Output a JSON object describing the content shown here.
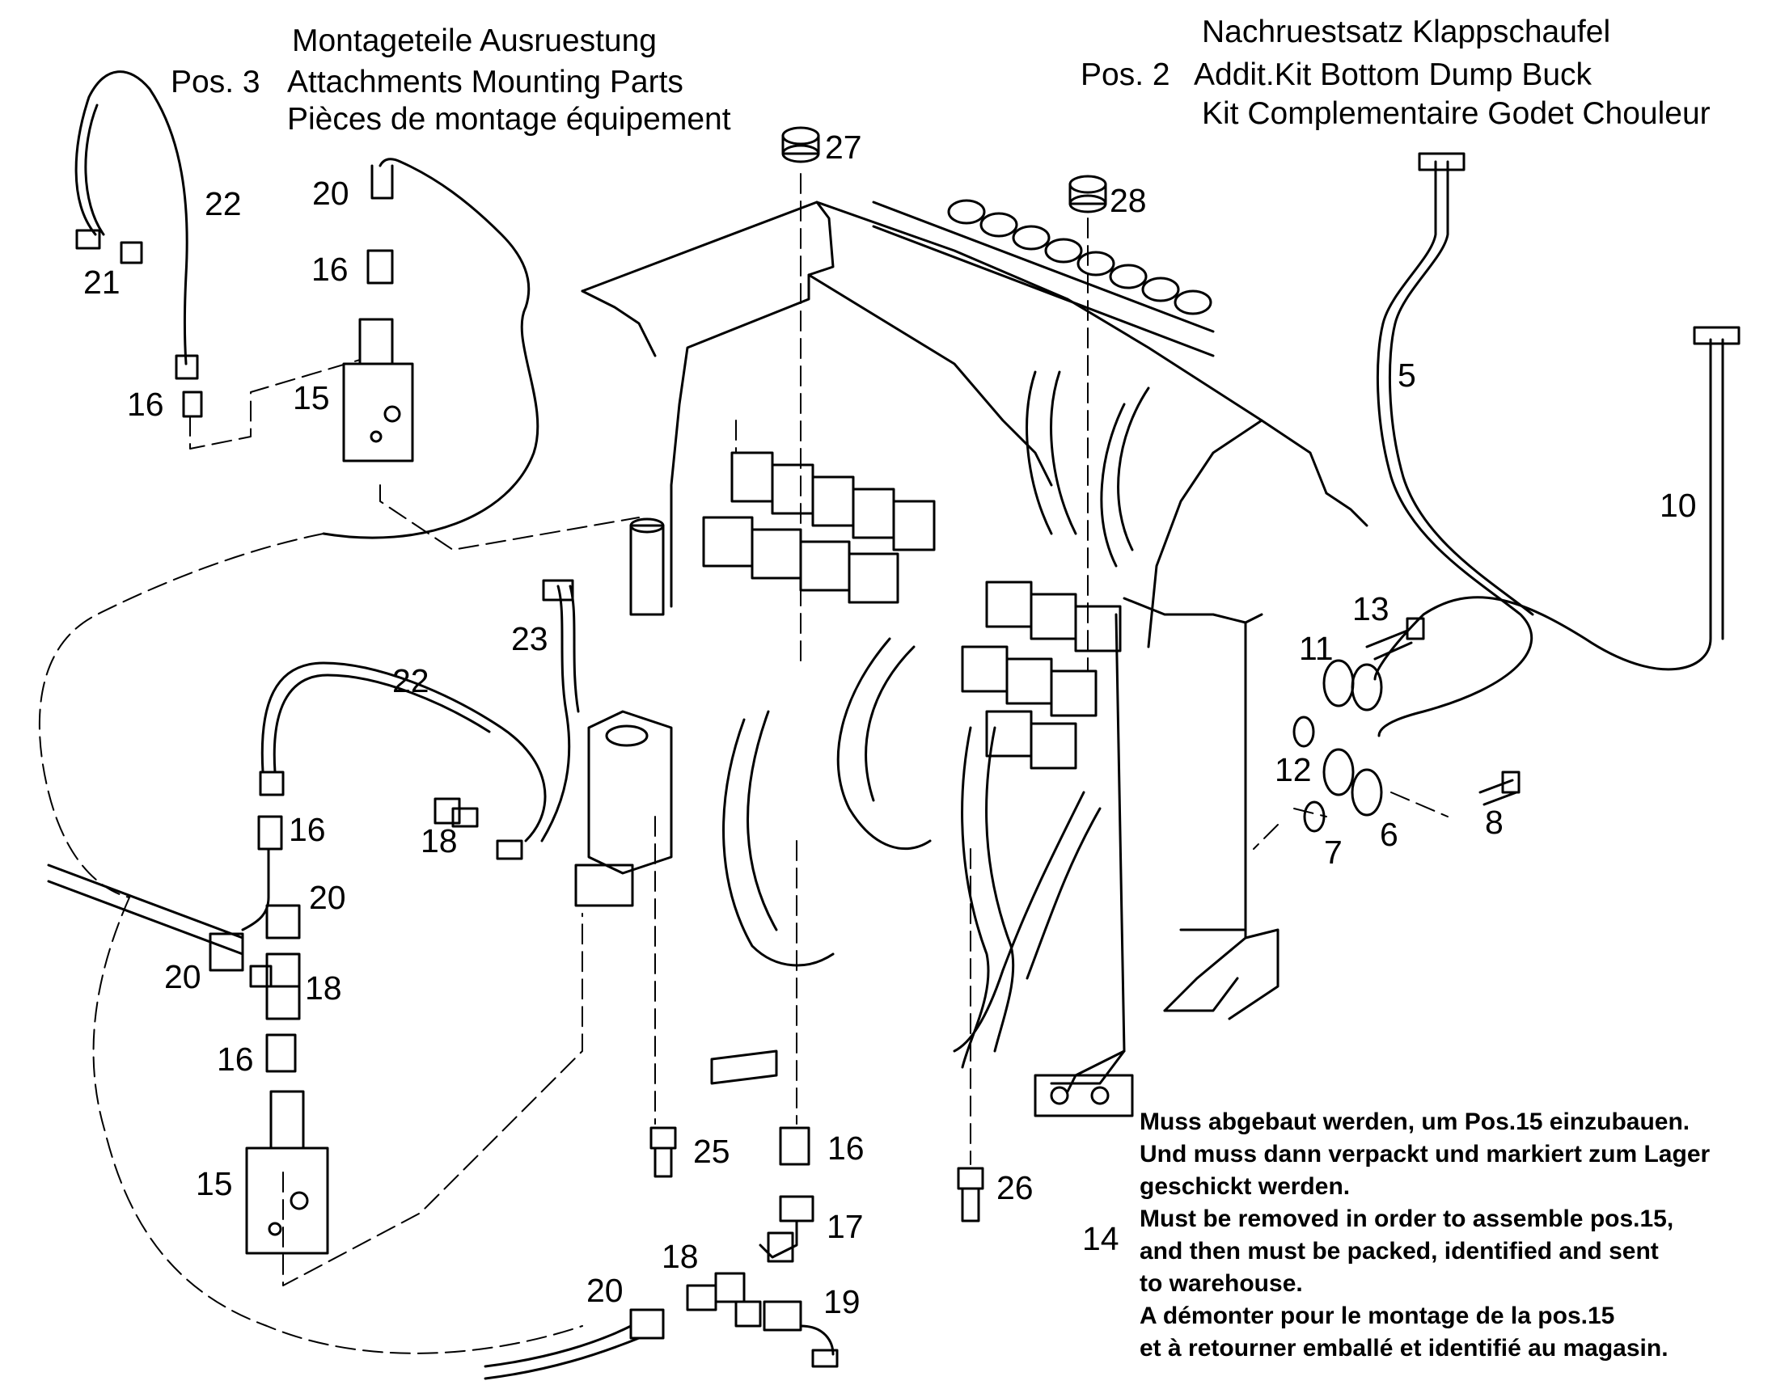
{
  "left_group": {
    "pos_label": "Pos. 3",
    "title_lines": [
      "Montageteile Ausruestung",
      "Attachments Mounting Parts",
      "Pièces de montage équipement"
    ]
  },
  "right_group": {
    "pos_label": "Pos. 2",
    "title_lines": [
      "Nachruestsatz Klappschaufel",
      "Addit.Kit Bottom Dump Buck",
      "Kit Complementaire Godet Chouleur"
    ]
  },
  "callouts": {
    "n27": "27",
    "n28": "28",
    "n22a": "22",
    "n21": "21",
    "n20a": "20",
    "n16a": "16",
    "n16b": "16",
    "n15a": "15",
    "n5": "5",
    "n10": "10",
    "n13": "13",
    "n11": "11",
    "n12": "12",
    "n23": "23",
    "n22b": "22",
    "n18a": "18",
    "n16c": "16",
    "n20b": "20",
    "n20c": "20",
    "n18b": "18",
    "n16d": "16",
    "n15b": "15",
    "n7": "7",
    "n6": "6",
    "n8": "8",
    "n25": "25",
    "n16e": "16",
    "n26": "26",
    "n17": "17",
    "n18c": "18",
    "n19": "19",
    "n20d": "20",
    "n14": "14"
  },
  "note_14": {
    "lines": [
      "Muss abgebaut werden, um Pos.15 einzubauen.",
      "Und muss dann verpackt und markiert zum Lager",
      "geschickt werden.",
      "Must be removed in order to assemble pos.15,",
      "and then must be packed, identified and sent",
      "to warehouse.",
      "A démonter pour le montage de la pos.15",
      "et à retourner emballé et identifié au magasin."
    ]
  }
}
